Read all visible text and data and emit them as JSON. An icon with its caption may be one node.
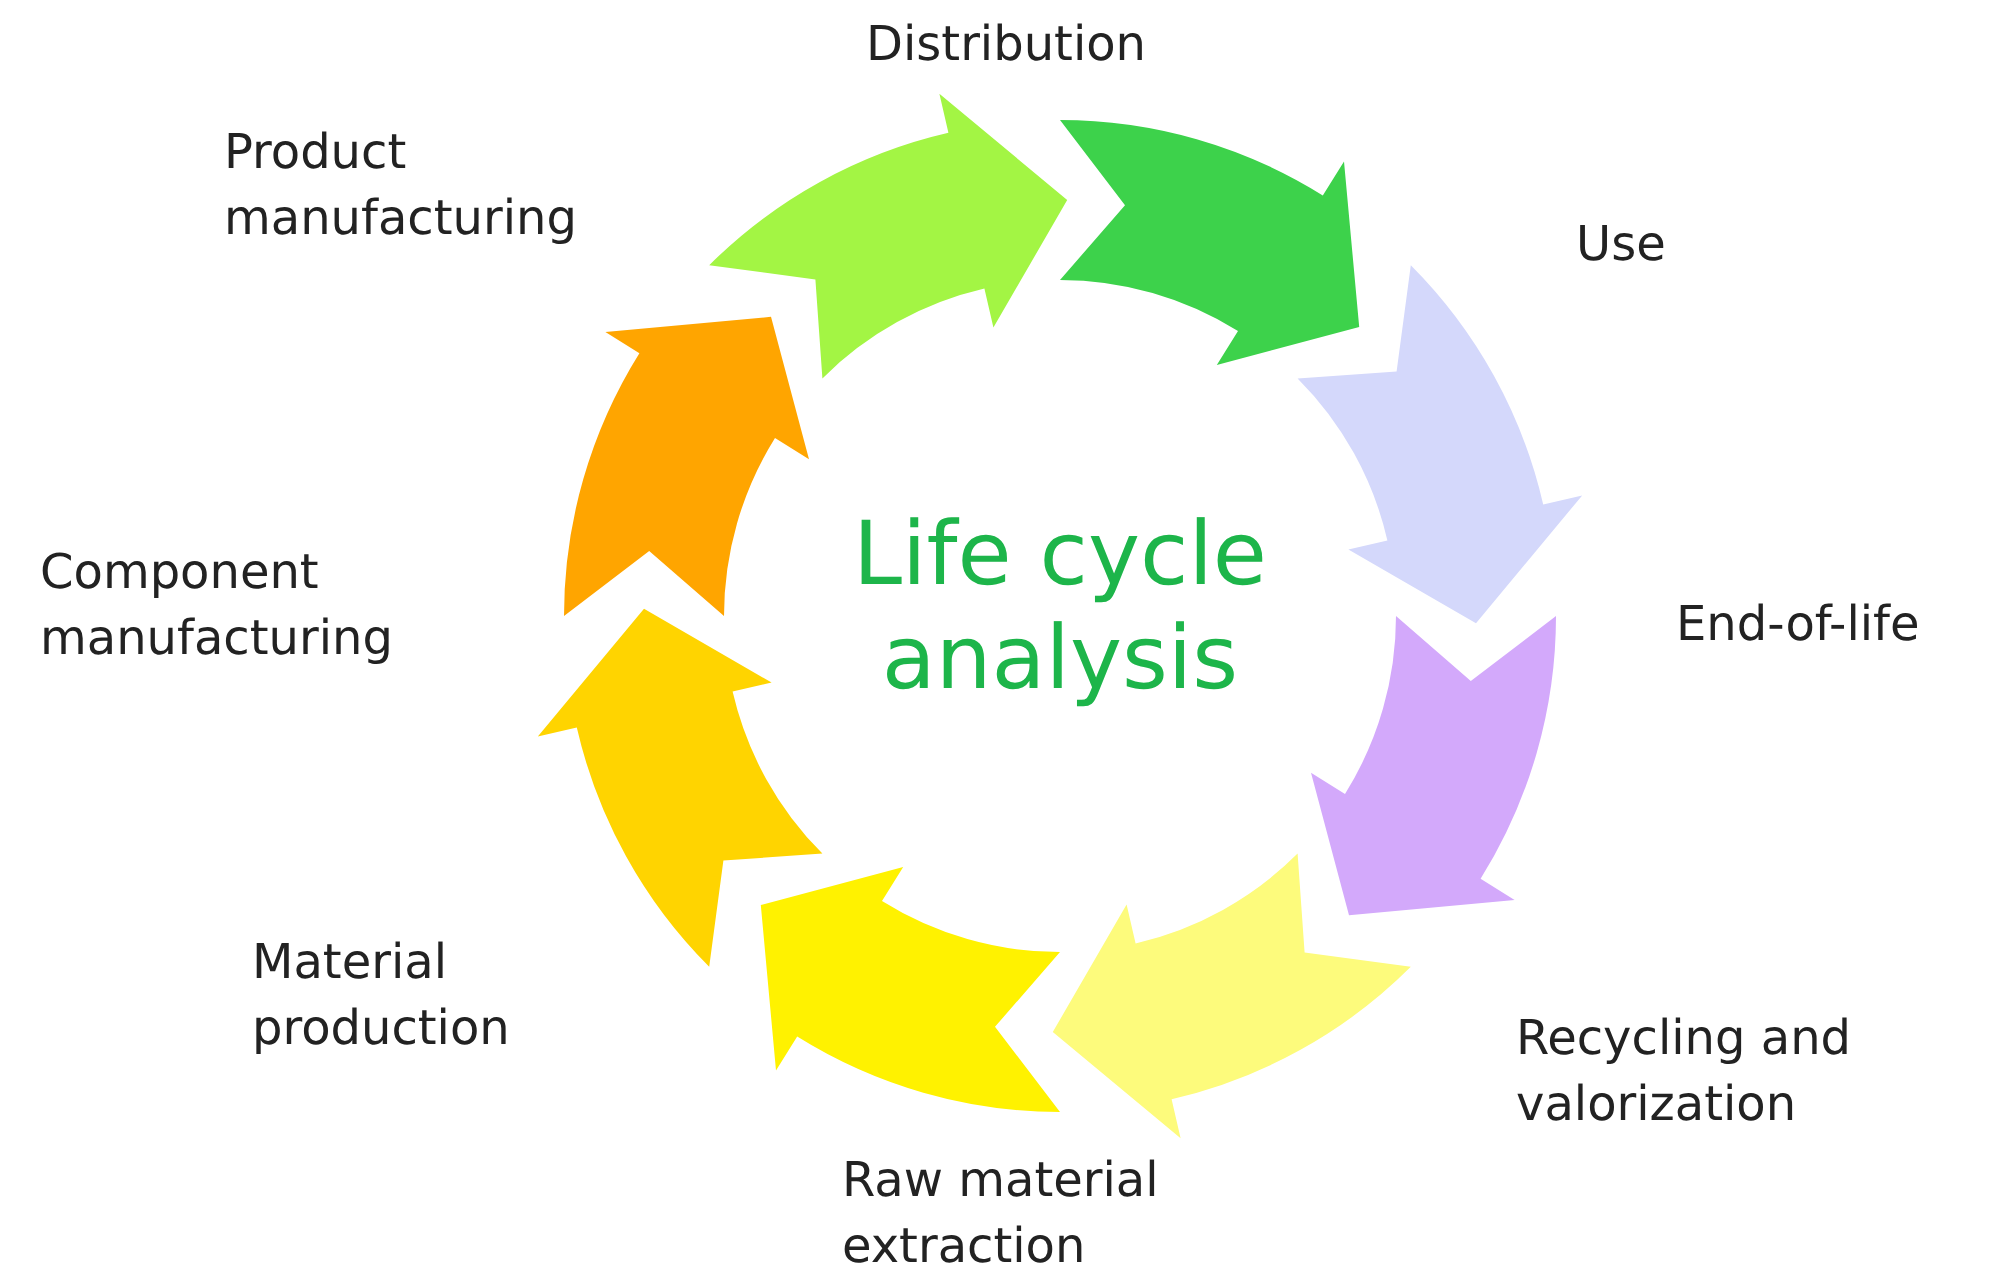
{
  "diagram": {
    "title": "Life cycle analysis",
    "nodes": [
      {
        "text": [
          "Distribution"
        ]
      },
      {
        "text": [
          "Use"
        ]
      },
      {
        "text": [
          "End-of-life"
        ]
      },
      {
        "text": [
          "Recycling and valorization"
        ]
      },
      {
        "text": [
          "Raw material extraction"
        ]
      },
      {
        "text": [
          "Material production"
        ]
      },
      {
        "text": [
          "Component manufacturing"
        ]
      },
      {
        "text": [
          "Product manufacturing"
        ]
      }
    ]
  }
}
